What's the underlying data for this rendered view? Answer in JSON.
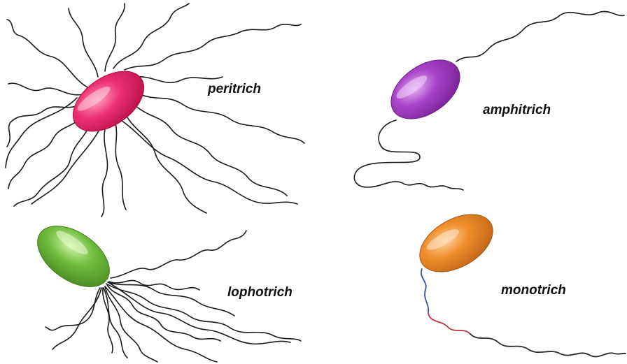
{
  "bacteria": [
    {
      "id": "peritrich",
      "label": "peritrich",
      "color": "#e8236a",
      "highlight": "#ff8fb4"
    },
    {
      "id": "amphitrich",
      "label": "amphitrich",
      "color": "#a43ac4",
      "highlight": "#e2a6f2"
    },
    {
      "id": "lophotrich",
      "label": "lophotrich",
      "color": "#6db83c",
      "highlight": "#c4ee9c"
    },
    {
      "id": "monotrich",
      "label": "monotrich",
      "color": "#ee8a24",
      "highlight": "#ffc78a"
    }
  ],
  "flagellum_color": "#1a1a1a",
  "monotrich_flagellum_colors": [
    "#3a4fa8",
    "#c2334a",
    "#2a2a2a"
  ]
}
